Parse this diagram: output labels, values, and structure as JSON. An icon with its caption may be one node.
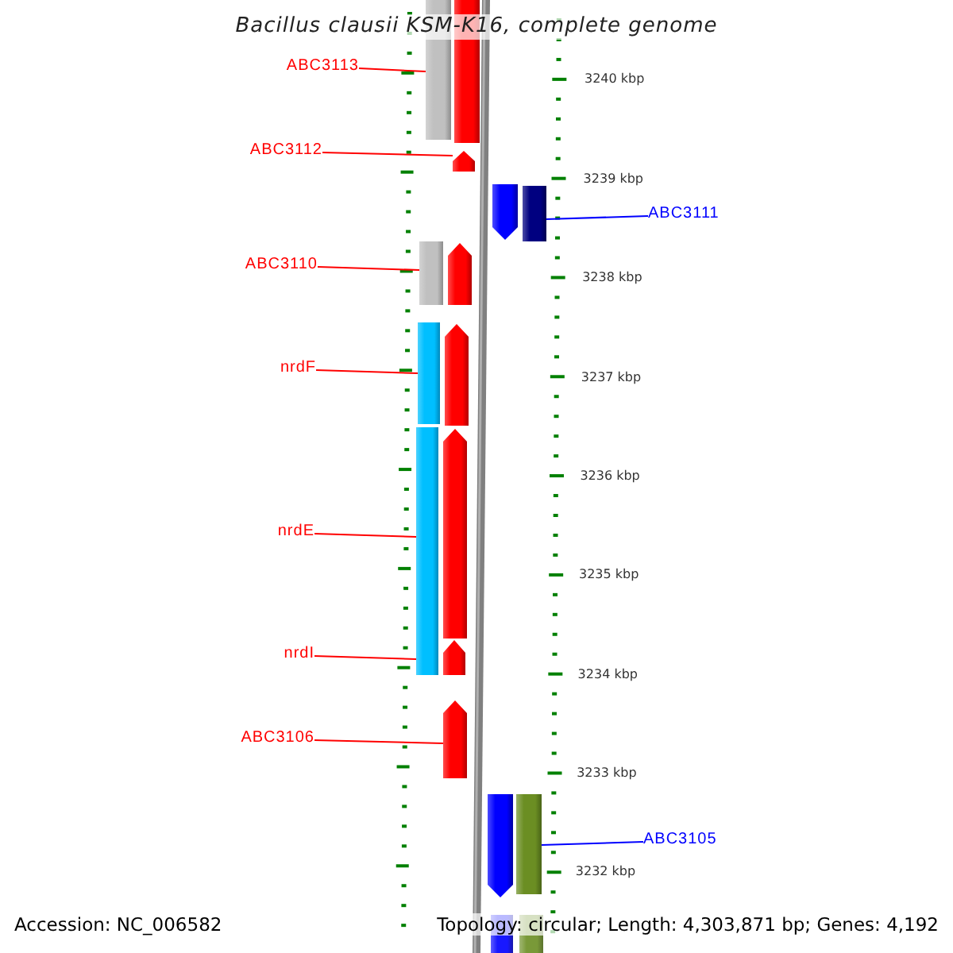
{
  "diagram": {
    "title": "Bacillus clausii KSM-K16, complete genome",
    "nodes": [
      {
        "text": [
          "ABC3113"
        ]
      },
      {
        "text": [
          "ABC3112"
        ]
      },
      {
        "text": [
          "ABC3111"
        ]
      },
      {
        "text": [
          "ABC3110"
        ]
      },
      {
        "text": [
          "nrdF"
        ]
      },
      {
        "text": [
          "nrdE"
        ]
      },
      {
        "text": [
          "nrdI"
        ]
      },
      {
        "text": [
          "ABC3106"
        ]
      },
      {
        "text": [
          "ABC3105"
        ]
      },
      {
        "text": [],
        "shape": "bar"
      },
      {
        "text": [],
        "shape": "bar"
      },
      {
        "text": [],
        "shape": "arrow"
      },
      {
        "text": [],
        "shape": "arrow"
      },
      {
        "text": [],
        "shape": "bar"
      },
      {
        "text": [],
        "shape": "bar"
      },
      {
        "text": [],
        "shape": "arrow"
      },
      {
        "text": [],
        "shape": "bar"
      },
      {
        "text": [],
        "shape": "arrow"
      },
      {
        "text": [],
        "shape": "bar"
      },
      {
        "text": [],
        "shape": "arrow"
      },
      {
        "text": [],
        "shape": "arrow"
      },
      {
        "text": [],
        "shape": "arrow"
      },
      {
        "text": [],
        "shape": "arrow"
      },
      {
        "text": [],
        "shape": "bar"
      },
      {
        "text": [],
        "shape": "bar"
      },
      {
        "text": [],
        "shape": "bar"
      }
    ],
    "edges": [
      {
        "from": 0,
        "to": 9,
        "arrow": "none"
      },
      {
        "from": 1,
        "to": 11,
        "arrow": "none"
      },
      {
        "from": 2,
        "to": 13,
        "arrow": "none",
        "color": "#0000ff"
      },
      {
        "from": 3,
        "to": 14,
        "arrow": "none"
      },
      {
        "from": 4,
        "to": 16,
        "arrow": "none"
      },
      {
        "from": 5,
        "to": 18,
        "arrow": "none"
      },
      {
        "from": 6,
        "to": 18,
        "arrow": "none"
      },
      {
        "from": 7,
        "to": 21,
        "arrow": "none"
      },
      {
        "from": 8,
        "to": 23,
        "arrow": "none",
        "color": "#0000ff"
      }
    ],
    "labels": [
      "3240 kbp",
      "3239 kbp",
      "3238 kbp",
      "3237 kbp",
      "3236 kbp",
      "3235 kbp",
      "3234 kbp",
      "3233 kbp",
      "3232 kbp",
      "Accession: NC_006582",
      "Topology: circular; Length: 4,303,871 bp; Genes: 4,192"
    ]
  }
}
